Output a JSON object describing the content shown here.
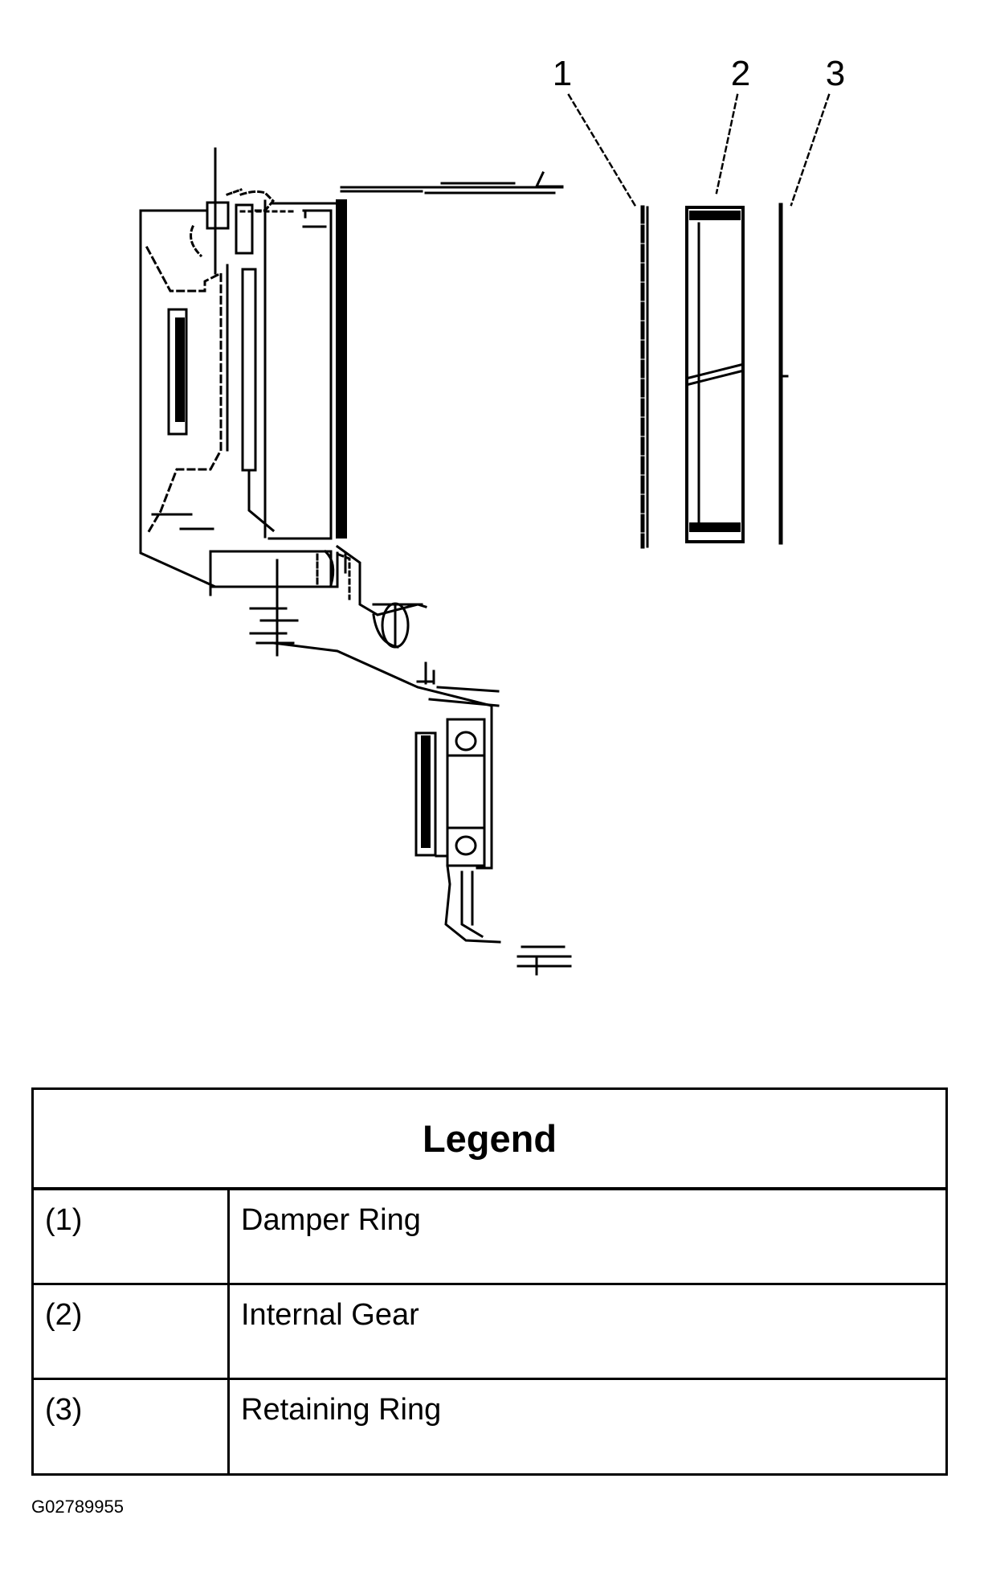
{
  "callouts": [
    "1",
    "2",
    "3"
  ],
  "legend": {
    "title": "Legend",
    "rows": [
      {
        "num": "(1)",
        "desc": "Damper Ring"
      },
      {
        "num": "(2)",
        "desc": "Internal Gear"
      },
      {
        "num": "(3)",
        "desc": "Retaining Ring"
      }
    ]
  },
  "figure_id": "G02789955"
}
